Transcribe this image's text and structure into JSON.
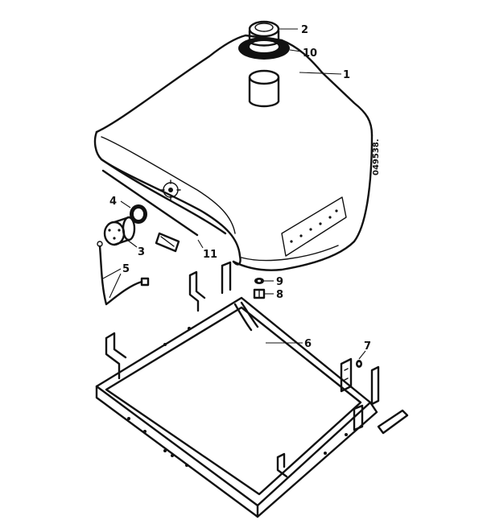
{
  "diagram": {
    "drawing_code": "049538.",
    "callouts": [
      {
        "id": "c1",
        "text": "1"
      },
      {
        "id": "c2",
        "text": "2"
      },
      {
        "id": "c3",
        "text": "3"
      },
      {
        "id": "c4",
        "text": "4"
      },
      {
        "id": "c5",
        "text": "5"
      },
      {
        "id": "c6",
        "text": "6"
      },
      {
        "id": "c7",
        "text": "7"
      },
      {
        "id": "c8",
        "text": "8"
      },
      {
        "id": "c9",
        "text": "9"
      },
      {
        "id": "c10",
        "text": "10"
      },
      {
        "id": "c11",
        "text": "11"
      }
    ],
    "parts": [
      {
        "number": "1",
        "name": "fuel-tank"
      },
      {
        "number": "2",
        "name": "filler-cap"
      },
      {
        "number": "3",
        "name": "fuel-gauge-sender"
      },
      {
        "number": "4",
        "name": "gauge-gasket"
      },
      {
        "number": "5",
        "name": "gauge-wire"
      },
      {
        "number": "6",
        "name": "tank-support-frame"
      },
      {
        "number": "7",
        "name": "frame-bolt"
      },
      {
        "number": "8",
        "name": "mounting-nut"
      },
      {
        "number": "9",
        "name": "mounting-washer"
      },
      {
        "number": "10",
        "name": "cap-gasket"
      },
      {
        "number": "11",
        "name": "tank-strap"
      }
    ]
  }
}
